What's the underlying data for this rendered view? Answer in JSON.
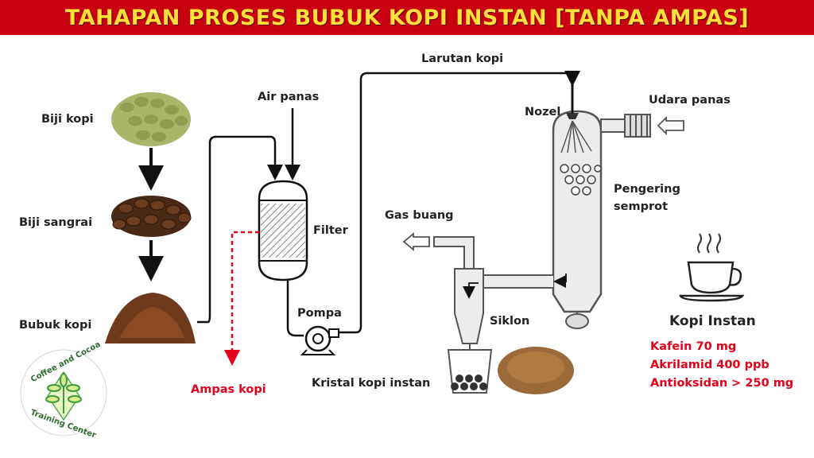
{
  "title": "TAHAPAN PROSES BUBUK KOPI INSTAN [TANPA AMPAS]",
  "labels": {
    "green_beans": "Biji kopi",
    "roasted_beans": "Biji sangrai",
    "ground_coffee": "Bubuk kopi",
    "hot_water": "Air panas",
    "filter": "Filter",
    "pump": "Pompa",
    "coffee_grounds": "Ampas kopi",
    "coffee_solution": "Larutan kopi",
    "nozzle": "Nozel",
    "hot_air": "Udara panas",
    "spray_dryer_line1": "Pengering",
    "spray_dryer_line2": "semprot",
    "exhaust_gas": "Gas buang",
    "cyclone": "Siklon",
    "instant_crystals": "Kristal kopi instan",
    "instant_coffee": "Kopi Instan"
  },
  "facts": [
    "Kafein 70 mg",
    "Akrilamid 400 ppb",
    "Antioksidan > 250 mg"
  ],
  "logo": {
    "top_text": "Coffee and Cocoa",
    "bottom_text": "Training Center"
  },
  "colors": {
    "banner": "#c8000f",
    "banner_text": "#ffe03a",
    "accent_red": "#e4001b",
    "logo_green": "#3c9a3c"
  }
}
